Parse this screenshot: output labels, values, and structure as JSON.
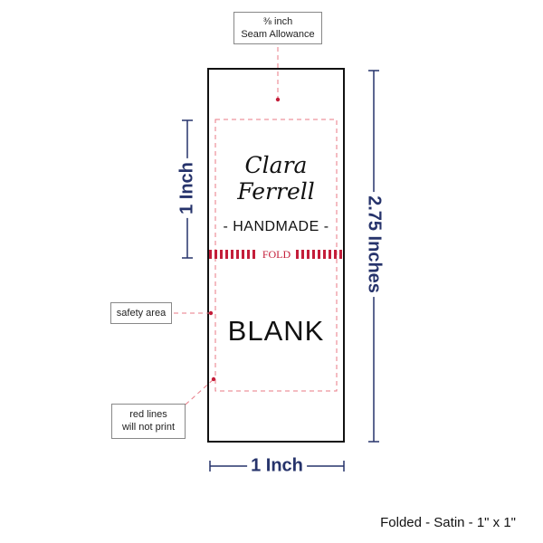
{
  "callouts": {
    "seam_line1": "⅜ inch",
    "seam_line2": "Seam Allowance",
    "safety": "safety area",
    "red_line1": "red lines",
    "red_line2": "will not print"
  },
  "label": {
    "name": "Clara Ferrell",
    "subtitle": "- HANDMADE -",
    "fold": "FOLD",
    "back": "BLANK"
  },
  "dimensions": {
    "height_left": "1 Inch",
    "height_total": "2.75 Inches",
    "width": "1 Inch"
  },
  "caption": "Folded - Satin - 1\" x 1\"",
  "colors": {
    "navy": "#26336b",
    "red": "#c41e3a",
    "guide": "#e87a86"
  }
}
